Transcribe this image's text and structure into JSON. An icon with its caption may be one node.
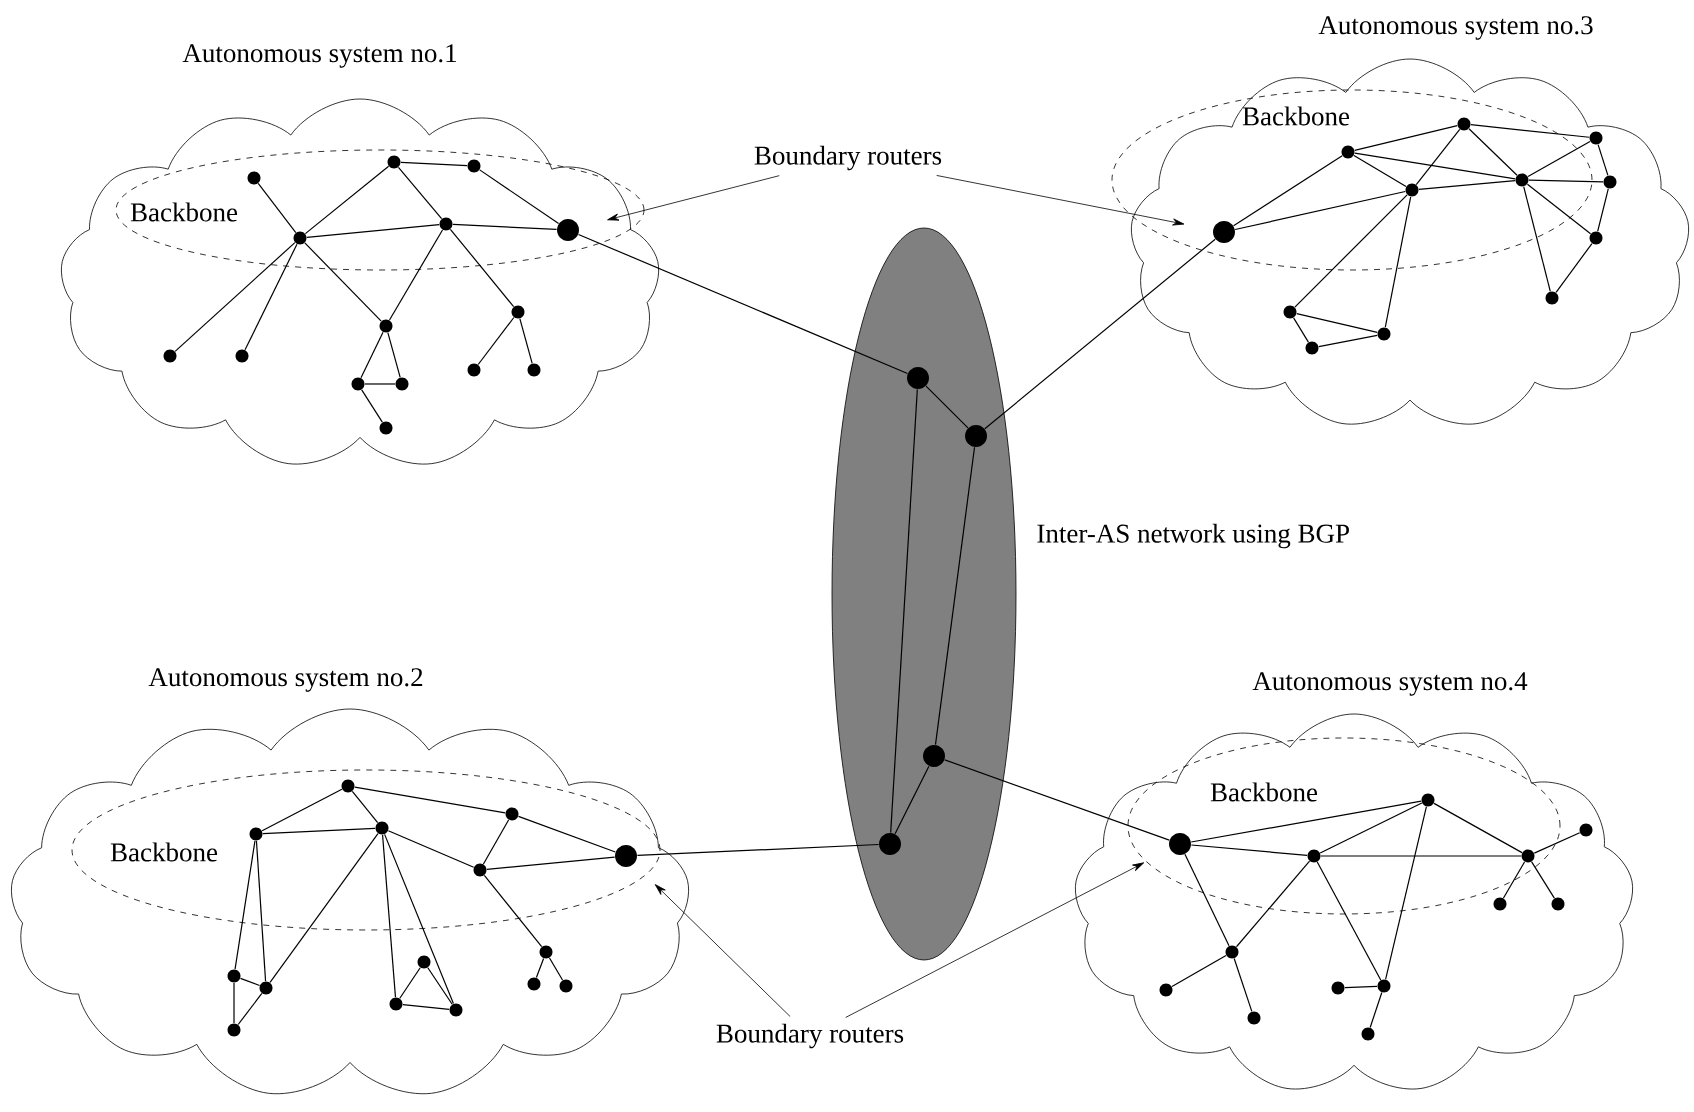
{
  "diagram": {
    "nodes": [
      {
        "text": [
          "Autonomous system no.1"
        ]
      },
      {
        "text": [
          "Backbone"
        ],
        "in": 0
      },
      {
        "text": [
          "Autonomous system no.3"
        ]
      },
      {
        "text": [
          "Backbone"
        ],
        "in": 2
      },
      {
        "text": [
          "Boundary routers"
        ]
      },
      {
        "text": [],
        "shape": "ellipse",
        "beside": [
          "Inter-AS network using BGP"
        ]
      },
      {
        "text": [
          "Autonomous system no.2"
        ]
      },
      {
        "text": [
          "Backbone"
        ],
        "in": 6
      },
      {
        "text": [
          "Autonomous system no.4"
        ]
      },
      {
        "text": [
          "Backbone"
        ],
        "in": 8
      },
      {
        "text": [
          "Boundary routers"
        ]
      },
      {
        "text": [],
        "shape": "circle",
        "in": 1
      },
      {
        "text": [],
        "shape": "circle",
        "in": 1
      },
      {
        "text": [],
        "shape": "circle",
        "in": 1
      },
      {
        "text": [],
        "shape": "circle",
        "in": 1
      },
      {
        "text": [],
        "shape": "circle",
        "in": 1
      },
      {
        "text": [],
        "shape": "circle",
        "in": 1
      },
      {
        "text": [],
        "shape": "circle",
        "in": 0
      },
      {
        "text": [],
        "shape": "circle",
        "in": 0
      },
      {
        "text": [],
        "shape": "circle",
        "in": 0
      },
      {
        "text": [],
        "shape": "circle",
        "in": 0
      },
      {
        "text": [],
        "shape": "circle",
        "in": 0
      },
      {
        "text": [],
        "shape": "circle",
        "in": 0
      },
      {
        "text": [],
        "shape": "circle",
        "in": 0
      },
      {
        "text": [],
        "shape": "circle",
        "in": 0
      },
      {
        "text": [],
        "shape": "circle",
        "in": 0
      },
      {
        "text": [],
        "shape": "circle",
        "in": 3
      },
      {
        "text": [],
        "shape": "circle",
        "in": 3
      },
      {
        "text": [],
        "shape": "circle",
        "in": 3
      },
      {
        "text": [],
        "shape": "circle",
        "in": 2
      },
      {
        "text": [],
        "shape": "circle",
        "in": 3
      },
      {
        "text": [],
        "shape": "circle",
        "in": 3
      },
      {
        "text": [],
        "shape": "circle",
        "in": 2
      },
      {
        "text": [],
        "shape": "circle",
        "in": 2
      },
      {
        "text": [],
        "shape": "circle",
        "in": 2
      },
      {
        "text": [],
        "shape": "circle",
        "in": 2
      },
      {
        "text": [],
        "shape": "circle",
        "in": 2
      },
      {
        "text": [],
        "shape": "circle",
        "in": 2
      },
      {
        "text": [],
        "shape": "circle",
        "in": 5
      },
      {
        "text": [],
        "shape": "circle",
        "in": 5
      },
      {
        "text": [],
        "shape": "circle",
        "in": 5
      },
      {
        "text": [],
        "shape": "circle",
        "in": 5
      },
      {
        "text": [],
        "shape": "circle",
        "in": 7
      },
      {
        "text": [],
        "shape": "circle",
        "in": 7
      },
      {
        "text": [],
        "shape": "circle",
        "in": 7
      },
      {
        "text": [],
        "shape": "circle",
        "in": 7
      },
      {
        "text": [],
        "shape": "circle",
        "in": 7
      },
      {
        "text": [],
        "shape": "circle",
        "in": 7
      },
      {
        "text": [],
        "shape": "circle",
        "in": 6
      },
      {
        "text": [],
        "shape": "circle",
        "in": 6
      },
      {
        "text": [],
        "shape": "circle",
        "in": 6
      },
      {
        "text": [],
        "shape": "circle",
        "in": 6
      },
      {
        "text": [],
        "shape": "circle",
        "in": 6
      },
      {
        "text": [],
        "shape": "circle",
        "in": 6
      },
      {
        "text": [],
        "shape": "circle",
        "in": 6
      },
      {
        "text": [],
        "shape": "circle",
        "in": 6
      },
      {
        "text": [],
        "shape": "circle",
        "in": 6
      },
      {
        "text": [],
        "shape": "circle",
        "in": 9
      },
      {
        "text": [],
        "shape": "circle",
        "in": 9
      },
      {
        "text": [],
        "shape": "circle",
        "in": 9
      },
      {
        "text": [],
        "shape": "circle",
        "in": 9
      },
      {
        "text": [],
        "shape": "circle",
        "in": 8
      },
      {
        "text": [],
        "shape": "circle",
        "in": 8
      },
      {
        "text": [],
        "shape": "circle",
        "in": 8
      },
      {
        "text": [],
        "shape": "circle",
        "in": 8
      },
      {
        "text": [],
        "shape": "circle",
        "in": 8
      },
      {
        "text": [],
        "shape": "circle",
        "in": 8
      },
      {
        "text": [],
        "shape": "circle",
        "in": 8
      },
      {
        "text": [],
        "shape": "circle",
        "in": 8
      },
      {
        "text": [],
        "shape": "circle",
        "in": 8
      }
    ],
    "edges": [
      {
        "from": 11,
        "to": 38,
        "arrow": "none"
      },
      {
        "from": 38,
        "to": 39,
        "arrow": "none"
      },
      {
        "from": 39,
        "to": 26,
        "arrow": "none"
      },
      {
        "from": 38,
        "to": 41,
        "arrow": "none"
      },
      {
        "from": 39,
        "to": 40,
        "arrow": "none"
      },
      {
        "from": 40,
        "to": 41,
        "arrow": "none"
      },
      {
        "from": 41,
        "to": 42,
        "arrow": "none"
      },
      {
        "from": 40,
        "to": 57,
        "arrow": "none"
      },
      {
        "from": 4,
        "to": 11,
        "arrow": "to"
      },
      {
        "from": 4,
        "to": 26,
        "arrow": "to"
      },
      {
        "from": 10,
        "to": 42,
        "arrow": "to"
      },
      {
        "from": 10,
        "to": 57,
        "arrow": "to"
      },
      {
        "from": 12,
        "to": 15,
        "arrow": "none"
      },
      {
        "from": 13,
        "to": 15,
        "arrow": "none"
      },
      {
        "from": 13,
        "to": 16,
        "arrow": "none"
      },
      {
        "from": 13,
        "to": 14,
        "arrow": "none"
      },
      {
        "from": 14,
        "to": 11,
        "arrow": "none"
      },
      {
        "from": 15,
        "to": 16,
        "arrow": "none"
      },
      {
        "from": 16,
        "to": 11,
        "arrow": "none"
      },
      {
        "from": 15,
        "to": 17,
        "arrow": "none"
      },
      {
        "from": 15,
        "to": 18,
        "arrow": "none"
      },
      {
        "from": 15,
        "to": 19,
        "arrow": "none"
      },
      {
        "from": 16,
        "to": 19,
        "arrow": "none"
      },
      {
        "from": 16,
        "to": 20,
        "arrow": "none"
      },
      {
        "from": 19,
        "to": 21,
        "arrow": "none"
      },
      {
        "from": 19,
        "to": 22,
        "arrow": "none"
      },
      {
        "from": 21,
        "to": 22,
        "arrow": "none"
      },
      {
        "from": 21,
        "to": 23,
        "arrow": "none"
      },
      {
        "from": 20,
        "to": 24,
        "arrow": "none"
      },
      {
        "from": 20,
        "to": 25,
        "arrow": "none"
      },
      {
        "from": 26,
        "to": 27,
        "arrow": "none"
      },
      {
        "from": 26,
        "to": 30,
        "arrow": "none"
      },
      {
        "from": 27,
        "to": 28,
        "arrow": "none"
      },
      {
        "from": 27,
        "to": 30,
        "arrow": "none"
      },
      {
        "from": 27,
        "to": 31,
        "arrow": "none"
      },
      {
        "from": 28,
        "to": 30,
        "arrow": "none"
      },
      {
        "from": 28,
        "to": 29,
        "arrow": "none"
      },
      {
        "from": 28,
        "to": 31,
        "arrow": "none"
      },
      {
        "from": 30,
        "to": 31,
        "arrow": "none"
      },
      {
        "from": 31,
        "to": 29,
        "arrow": "none"
      },
      {
        "from": 31,
        "to": 32,
        "arrow": "none"
      },
      {
        "from": 29,
        "to": 32,
        "arrow": "none"
      },
      {
        "from": 32,
        "to": 33,
        "arrow": "none"
      },
      {
        "from": 31,
        "to": 33,
        "arrow": "none"
      },
      {
        "from": 33,
        "to": 34,
        "arrow": "none"
      },
      {
        "from": 31,
        "to": 34,
        "arrow": "none"
      },
      {
        "from": 30,
        "to": 35,
        "arrow": "none"
      },
      {
        "from": 30,
        "to": 36,
        "arrow": "none"
      },
      {
        "from": 35,
        "to": 36,
        "arrow": "none"
      },
      {
        "from": 35,
        "to": 37,
        "arrow": "none"
      },
      {
        "from": 37,
        "to": 36,
        "arrow": "none"
      },
      {
        "from": 43,
        "to": 44,
        "arrow": "none"
      },
      {
        "from": 43,
        "to": 45,
        "arrow": "none"
      },
      {
        "from": 43,
        "to": 46,
        "arrow": "none"
      },
      {
        "from": 44,
        "to": 45,
        "arrow": "none"
      },
      {
        "from": 44,
        "to": 48,
        "arrow": "none"
      },
      {
        "from": 44,
        "to": 49,
        "arrow": "none"
      },
      {
        "from": 45,
        "to": 47,
        "arrow": "none"
      },
      {
        "from": 45,
        "to": 49,
        "arrow": "none"
      },
      {
        "from": 49,
        "to": 50,
        "arrow": "none"
      },
      {
        "from": 48,
        "to": 50,
        "arrow": "none"
      },
      {
        "from": 48,
        "to": 49,
        "arrow": "none"
      },
      {
        "from": 45,
        "to": 52,
        "arrow": "none"
      },
      {
        "from": 45,
        "to": 53,
        "arrow": "none"
      },
      {
        "from": 46,
        "to": 47,
        "arrow": "none"
      },
      {
        "from": 46,
        "to": 42,
        "arrow": "none"
      },
      {
        "from": 47,
        "to": 42,
        "arrow": "none"
      },
      {
        "from": 47,
        "to": 54,
        "arrow": "none"
      },
      {
        "from": 51,
        "to": 52,
        "arrow": "none"
      },
      {
        "from": 51,
        "to": 53,
        "arrow": "none"
      },
      {
        "from": 52,
        "to": 53,
        "arrow": "none"
      },
      {
        "from": 54,
        "to": 55,
        "arrow": "none"
      },
      {
        "from": 54,
        "to": 56,
        "arrow": "none"
      },
      {
        "from": 57,
        "to": 58,
        "arrow": "none"
      },
      {
        "from": 57,
        "to": 59,
        "arrow": "none"
      },
      {
        "from": 57,
        "to": 64,
        "arrow": "none"
      },
      {
        "from": 59,
        "to": 60,
        "arrow": "none"
      },
      {
        "from": 58,
        "to": 59,
        "arrow": "none"
      },
      {
        "from": 58,
        "to": 60,
        "arrow": "none"
      },
      {
        "from": 58,
        "to": 68,
        "arrow": "none"
      },
      {
        "from": 59,
        "to": 68,
        "arrow": "none"
      },
      {
        "from": 59,
        "to": 64,
        "arrow": "none"
      },
      {
        "from": 60,
        "to": 61,
        "arrow": "none"
      },
      {
        "from": 60,
        "to": 62,
        "arrow": "none"
      },
      {
        "from": 60,
        "to": 63,
        "arrow": "none"
      },
      {
        "from": 64,
        "to": 65,
        "arrow": "none"
      },
      {
        "from": 64,
        "to": 66,
        "arrow": "none"
      },
      {
        "from": 67,
        "to": 68,
        "arrow": "none"
      },
      {
        "from": 68,
        "to": 69,
        "arrow": "none"
      }
    ]
  }
}
